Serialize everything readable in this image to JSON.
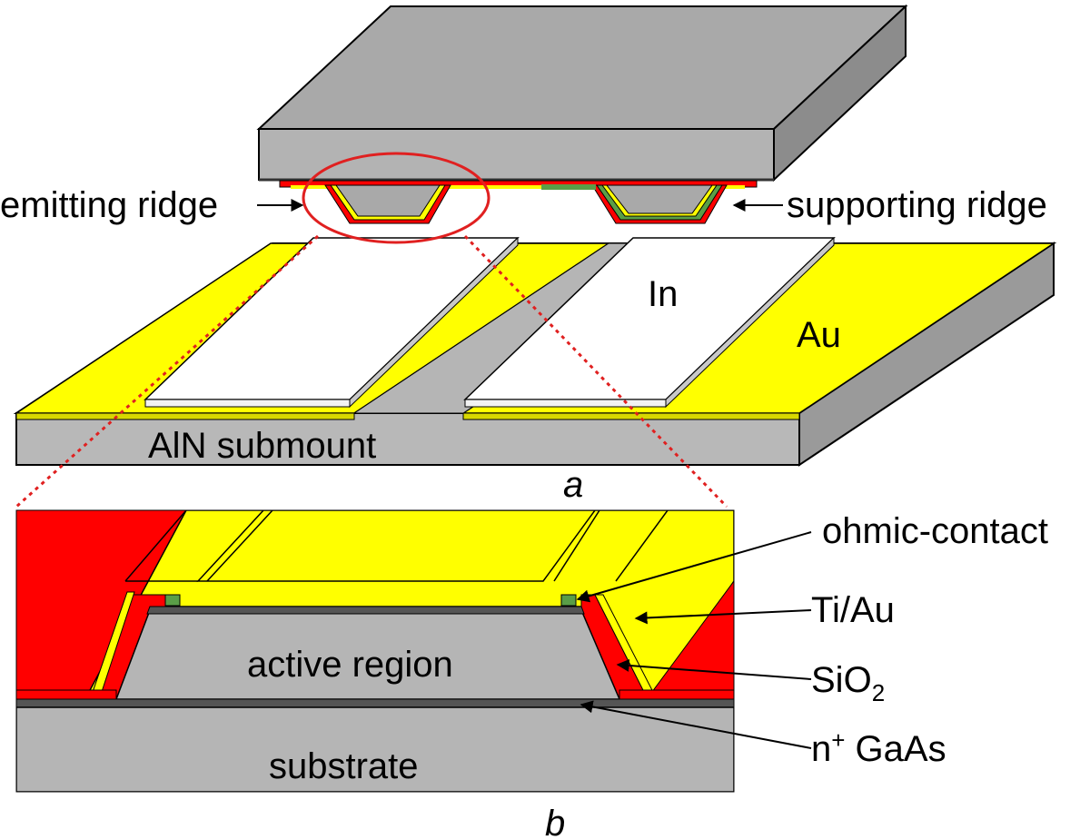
{
  "labels": {
    "emitting_ridge": "emitting ridge",
    "supporting_ridge": "supporting ridge",
    "indium": "In",
    "gold": "Au",
    "submount": "AlN submount",
    "caption_a": "a",
    "ohmic_contact": "ohmic-contact",
    "ti_au": "Ti/Au",
    "sio2_main": "SiO",
    "sio2_sub": "2",
    "active_region": "active region",
    "ngaas_sup": "+",
    "ngaas_pre": "n",
    "ngaas_main": " GaAs",
    "substrate": "substrate",
    "caption_b": "b"
  },
  "colors": {
    "gold": "#ffff00",
    "oxide": "#ff0000",
    "contact": "#5a9e47",
    "gray_light": "#b9b9b9",
    "gray_mid": "#a8a8a8",
    "gray_dark": "#8f8f8f",
    "highlight": "#e02020"
  }
}
